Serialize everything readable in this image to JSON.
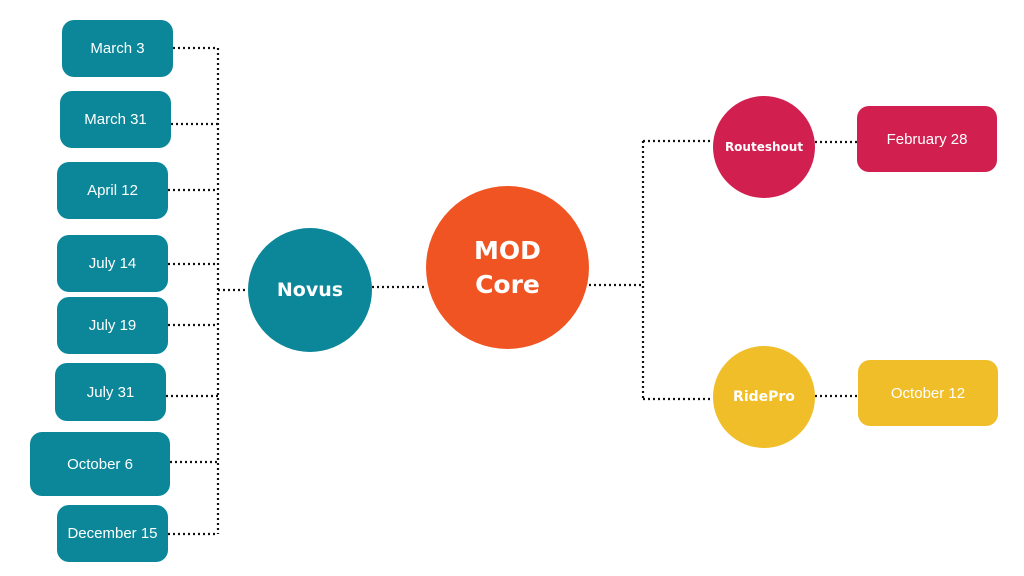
{
  "center": {
    "label_line1": "MOD",
    "label_line2": "Core",
    "color": "#f05423"
  },
  "left_branch": {
    "hub": {
      "label": "Novus",
      "color": "#0b8799"
    },
    "dates": [
      "March 3",
      "March 31",
      "April 12",
      "July 14",
      "July 19",
      "July 31",
      "October 6",
      "December 15"
    ]
  },
  "right_branches": [
    {
      "hub_label": "Routeshout",
      "date": "February 28",
      "color": "#d1204f"
    },
    {
      "hub_label": "RidePro",
      "date": "October 12",
      "color": "#f0be28"
    }
  ],
  "connector_style": "dotted",
  "background": "#ffffff"
}
